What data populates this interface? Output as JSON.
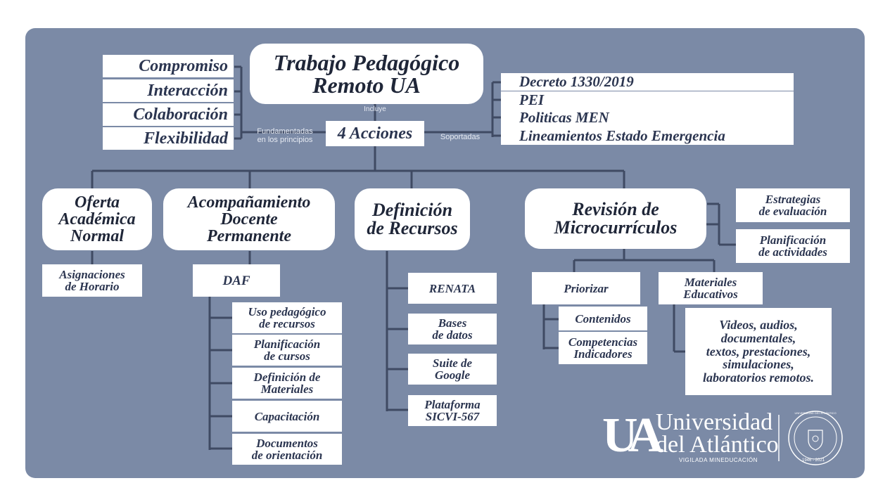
{
  "title": "Trabajo Pedagógico Remoto UA",
  "title_line1": "Trabajo Pedagógico",
  "title_line2": "Remoto UA",
  "includes_label": "Incluye",
  "center": "4 Acciones",
  "principles_label_1": "Fundamentadas",
  "principles_label_2": "en los principios",
  "supported_label": "Soportadas",
  "principles": [
    "Compromiso",
    "Interacción",
    "Colaboración",
    "Flexibilidad"
  ],
  "supports": [
    "Decreto 1330/2019",
    "PEI",
    "Politicas MEN",
    "Lineamientos Estado Emergencia"
  ],
  "actions": {
    "oferta": [
      "Oferta",
      "Académica",
      "Normal"
    ],
    "acompanamiento": [
      "Acompañamiento",
      "Docente",
      "Permanente"
    ],
    "definicion": [
      "Definición",
      "de Recursos"
    ],
    "revision": [
      "Revisión de",
      "Microcurrículos"
    ]
  },
  "oferta_children": [
    [
      "Asignaciones",
      "de Horario"
    ]
  ],
  "daf": "DAF",
  "daf_children": [
    [
      "Uso pedagógico",
      "de recursos"
    ],
    [
      "Planificación",
      "de cursos"
    ],
    [
      "Definición de",
      "Materiales"
    ],
    [
      "Capacitación"
    ],
    [
      "Documentos",
      "de orientación"
    ]
  ],
  "recursos_children": [
    [
      "RENATA"
    ],
    [
      "Bases",
      "de datos"
    ],
    [
      "Suite de",
      "Google"
    ],
    [
      "Plataforma",
      "SICVI-567"
    ]
  ],
  "revision_right": [
    [
      "Estrategias",
      "de evaluación"
    ],
    [
      "Planificación",
      "de actividades"
    ]
  ],
  "priorizar": "Priorizar",
  "priorizar_children": [
    [
      "Contenidos"
    ],
    [
      "Competencias",
      "Indicadores"
    ]
  ],
  "materiales": [
    "Materiales",
    "Educativos"
  ],
  "materiales_detail": [
    "Videos, audios,",
    "documentales,",
    "textos, prestaciones,",
    "simulaciones,",
    "laboratorios remotos."
  ],
  "logo": {
    "monogram": "UA",
    "line1": "Universidad",
    "line2": "del Atlántico",
    "tagline": "VIGILADA MINEDUCACIÓN",
    "seal_text": "UNIVERSIDAD DEL ATLÁNTICO",
    "seal_years": "1946 - 2021"
  },
  "colors": {
    "panel": "#7b8aa6",
    "box": "#ffffff",
    "text": "#2b3550",
    "line": "#3f4a63"
  }
}
